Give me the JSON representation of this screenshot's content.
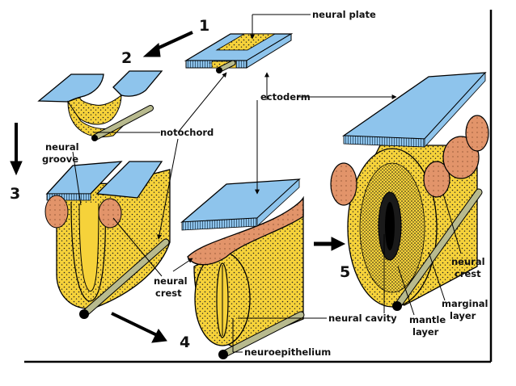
{
  "colors": {
    "ectoderm": "#8ec4ec",
    "neural_tissue": "#f6d23a",
    "neural_crest": "#e2946a",
    "notochord": "#b8ba8e",
    "line": "#000000"
  },
  "stages": [
    {
      "number": "1"
    },
    {
      "number": "2"
    },
    {
      "number": "3"
    },
    {
      "number": "4"
    },
    {
      "number": "5"
    }
  ],
  "labels": {
    "neural_plate": "neural plate",
    "ectoderm": "ectoderm",
    "notochord": "notochord",
    "neural_groove_line1": "neural",
    "neural_groove_line2": "groove",
    "neural_crest_left_line1": "neural",
    "neural_crest_left_line2": "crest",
    "neural_crest_right_line1": "neural",
    "neural_crest_right_line2": "crest",
    "neural_cavity": "neural cavity",
    "neuroepithelium": "neuroepithelium",
    "mantle_layer_line1": "mantle",
    "mantle_layer_line2": "layer",
    "marginal_layer_line1": "marginal",
    "marginal_layer_line2": "layer"
  }
}
